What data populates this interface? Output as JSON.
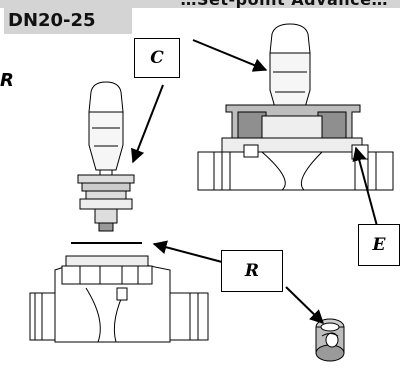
{
  "header": {
    "title": "…Set-point Advance…"
  },
  "model": "DN20-25",
  "side_label": "R",
  "labels": {
    "c": "C",
    "e": "E",
    "r": "R"
  },
  "colors": {
    "highlight_gray": "#d4d4d4",
    "line": "#000000"
  }
}
